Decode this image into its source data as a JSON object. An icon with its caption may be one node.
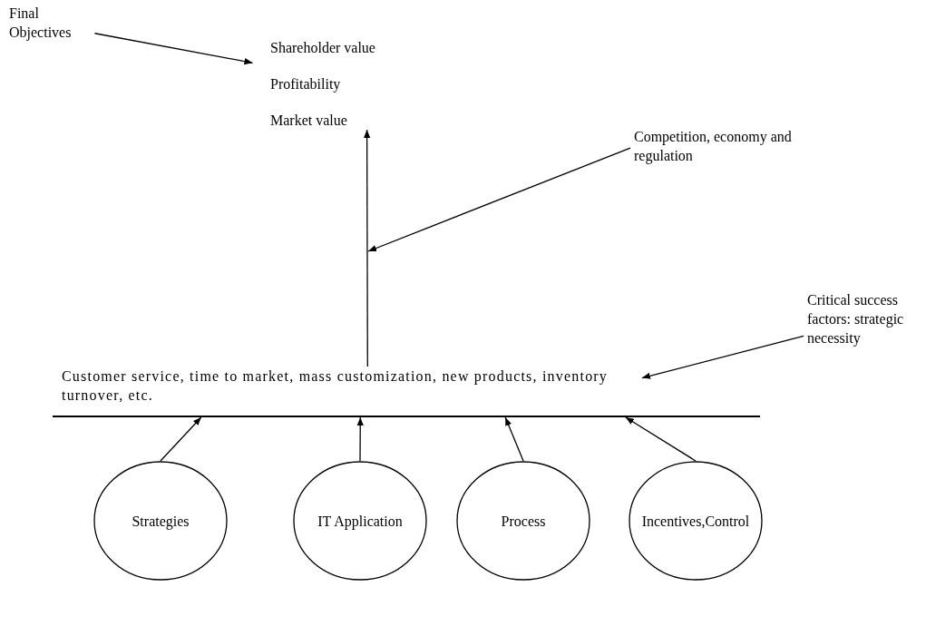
{
  "diagram": {
    "nodes": [
      {
        "text": [
          "Final Objectives"
        ]
      },
      {
        "text": [
          "Shareholder value",
          "Profitability",
          "Market value"
        ]
      },
      {
        "text": [
          "Competition, economy and regulation"
        ]
      },
      {
        "text": [
          "Customer service, time to market, mass customization, new products, inventory turnover, etc."
        ]
      },
      {
        "text": [
          "Critical success factors: strategic necessity"
        ]
      },
      {
        "text": [],
        "shape": "bar"
      },
      {
        "text": [
          "Strategies"
        ]
      },
      {
        "text": [
          "IT Application"
        ]
      },
      {
        "text": [
          "Process"
        ]
      },
      {
        "text": [
          "Incentives,Control"
        ]
      }
    ],
    "edges": [
      {
        "from": 0,
        "to": 1,
        "arrow": "to"
      },
      {
        "from": 3,
        "to": 1,
        "arrow": "to"
      },
      {
        "from": 2,
        "to": null,
        "arrow": "to"
      },
      {
        "from": 4,
        "to": 3,
        "arrow": "to"
      },
      {
        "from": 6,
        "to": 5,
        "arrow": "to"
      },
      {
        "from": 7,
        "to": 5,
        "arrow": "to"
      },
      {
        "from": 8,
        "to": 5,
        "arrow": "to"
      },
      {
        "from": 9,
        "to": 5,
        "arrow": "to"
      }
    ]
  }
}
